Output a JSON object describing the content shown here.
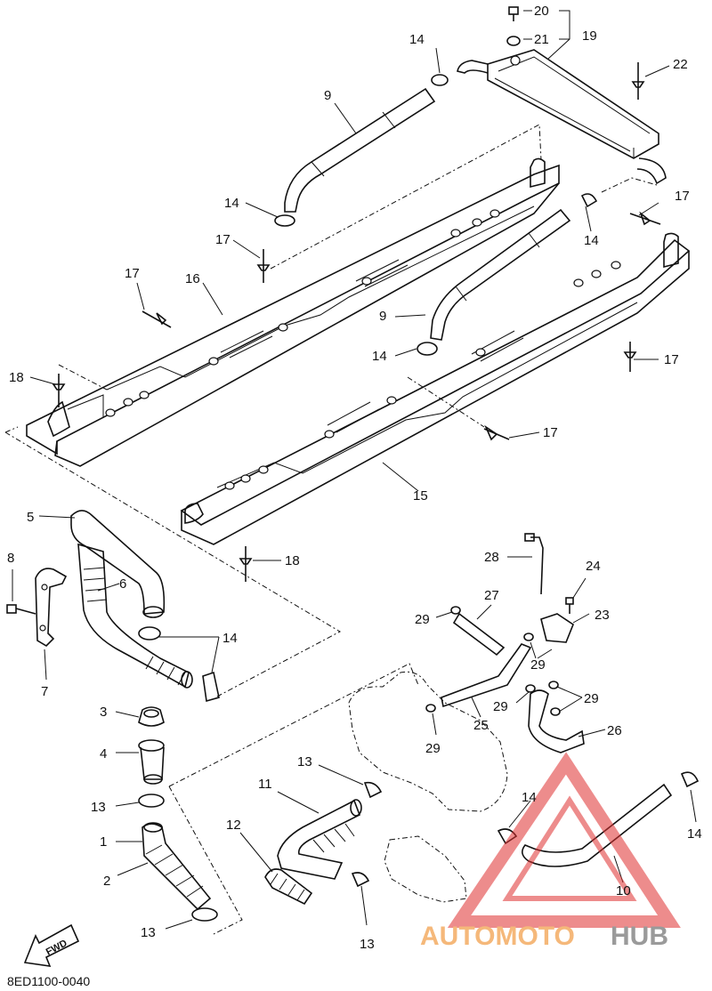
{
  "diagram": {
    "labels": {
      "l1": "1",
      "l2": "2",
      "l3": "3",
      "l4": "4",
      "l5": "5",
      "l6": "6",
      "l7": "7",
      "l8": "8",
      "l9a": "9",
      "l9b": "9",
      "l10": "10",
      "l11": "11",
      "l12": "12",
      "l13a": "13",
      "l13b": "13",
      "l13c": "13",
      "l13d": "13",
      "l14a": "14",
      "l14b": "14",
      "l14c": "14",
      "l14d": "14",
      "l14e": "14",
      "l14f": "14",
      "l14g": "14",
      "l15": "15",
      "l16": "16",
      "l17a": "17",
      "l17b": "17",
      "l17c": "17",
      "l17d": "17",
      "l17e": "17",
      "l18a": "18",
      "l18b": "18",
      "l19": "19",
      "l20": "20",
      "l21": "21",
      "l22": "22",
      "l23": "23",
      "l24": "24",
      "l25": "25",
      "l26": "26",
      "l27": "27",
      "l28": "28",
      "l29a": "29",
      "l29b": "29",
      "l29c": "29",
      "l29d": "29",
      "l29e": "29"
    },
    "fwd": "FWD",
    "code": "8ED1100-0040"
  },
  "watermark": {
    "text_a": "AUTOMOTO",
    "text_b": "HUB",
    "color_a": "#f5b87a",
    "color_b": "#9a9a9a",
    "logo_color": "#e03030"
  }
}
